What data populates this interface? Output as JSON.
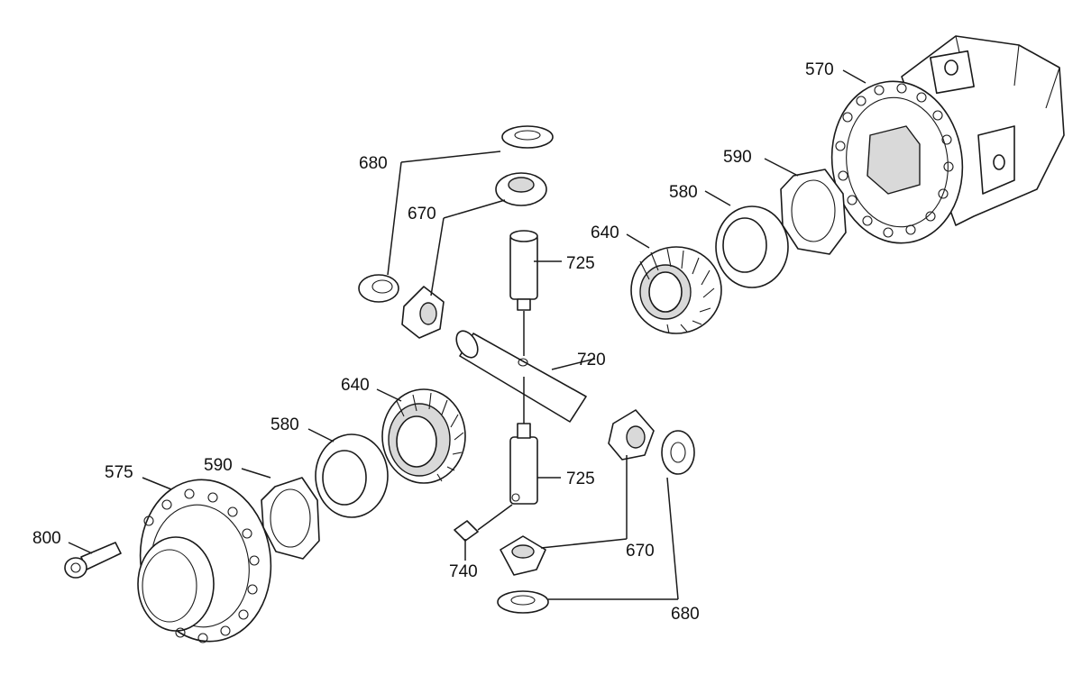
{
  "labels": {
    "l570": "570",
    "l590_top": "590",
    "l580_top": "580",
    "l640_top": "640",
    "l680_top": "680",
    "l670_top": "670",
    "l725_top": "725",
    "l720": "720",
    "l640_bottom": "640",
    "l580_bottom": "580",
    "l590_bottom": "590",
    "l575": "575",
    "l800": "800",
    "l725_bottom": "725",
    "l740": "740",
    "l670_bottom": "670",
    "l680_bottom": "680"
  },
  "colors": {
    "line": "#1a1a1a",
    "background": "#ffffff",
    "shading": "#d9d9d9"
  }
}
